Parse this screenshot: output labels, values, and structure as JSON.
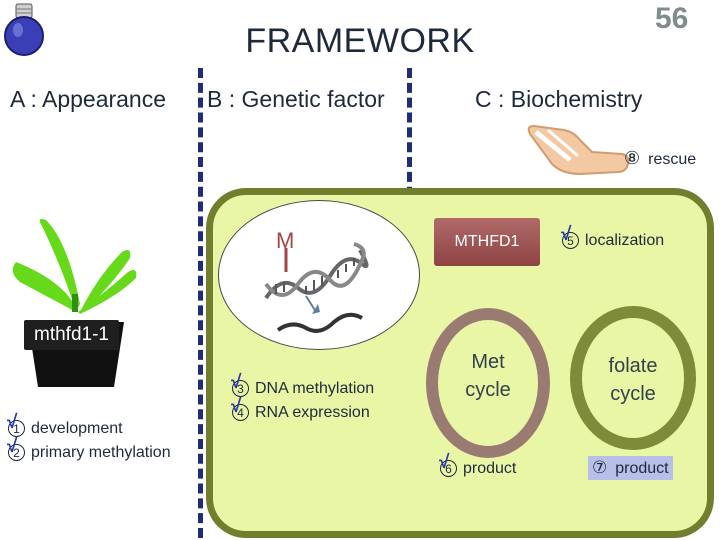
{
  "slide": {
    "title": "FRAMEWORK",
    "number": "56"
  },
  "columns": {
    "a": "A : Appearance",
    "b": "B : Genetic factor",
    "c": "C : Biochemistry"
  },
  "rescue": {
    "num": "⑧",
    "label": "rescue"
  },
  "plant": {
    "label": "mthfd1-1"
  },
  "appearance_items": [
    {
      "num": "1",
      "checked": true,
      "label": "development"
    },
    {
      "num": "2",
      "checked": true,
      "label": "primary methylation"
    }
  ],
  "genetic": {
    "mutation": "M",
    "items": [
      {
        "num": "3",
        "checked": true,
        "label": "DNA methylation"
      },
      {
        "num": "4",
        "checked": true,
        "label": "RNA expression"
      }
    ]
  },
  "biochem": {
    "enzyme": "MTHFD1",
    "localization": {
      "num": "5",
      "checked": true,
      "label": "localization"
    },
    "met_cycle": {
      "line1": "Met",
      "line2": "cycle"
    },
    "folate_cycle": {
      "line1": "folate",
      "line2": "cycle"
    },
    "met_product": {
      "num": "6",
      "checked": true,
      "label": "product"
    },
    "folate_product": {
      "num": "⑦",
      "label": "product"
    }
  },
  "colors": {
    "cell_fill": "#e9f6a6",
    "cell_border": "#6f7f2d",
    "divider": "#1f2d78",
    "check": "#2237a8",
    "enzyme": "#9a4f4f",
    "plant": "#66d91a"
  },
  "icons": [
    "lightbulb-icon",
    "hand-icon",
    "plant-icon",
    "dna-icon",
    "check-icon"
  ]
}
